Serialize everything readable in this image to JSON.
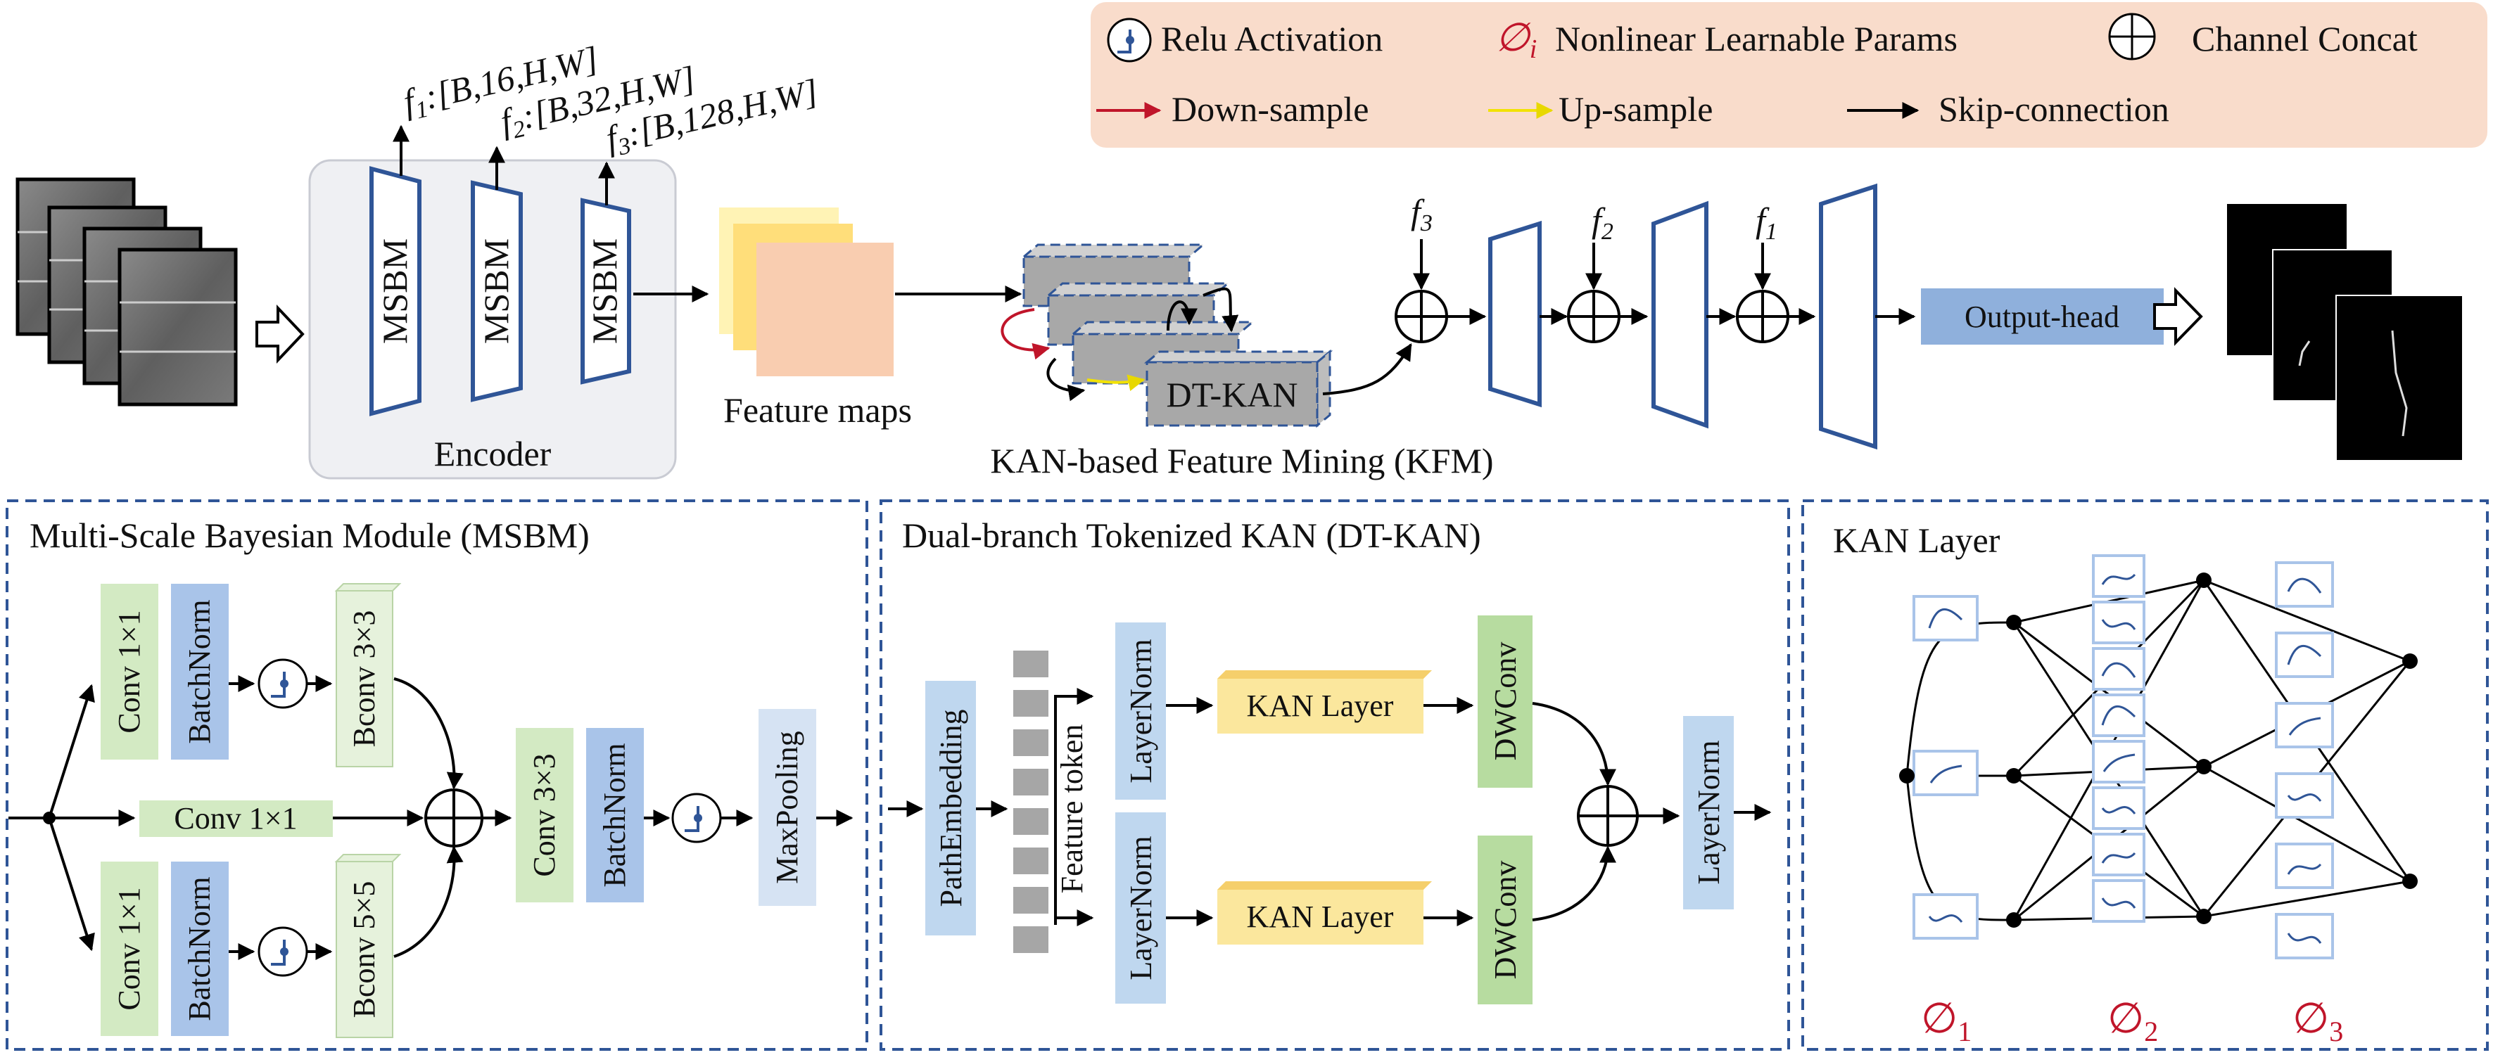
{
  "legend": {
    "relu": "Relu Activation",
    "phi_symbol": "∅",
    "phi_sub": "i",
    "nonlinear": "Nonlinear Learnable Params",
    "concat": "Channel Concat",
    "down": "Down-sample",
    "up": "Up-sample",
    "skip": "Skip-connection",
    "colors": {
      "bg": "#f9dccb",
      "down": "#c0152a",
      "up": "#f2e205",
      "skip": "#000000"
    }
  },
  "encoder": {
    "title": "Encoder",
    "block": "MSBM",
    "outputs": [
      {
        "f": "f",
        "sub": "1",
        "shape": ":[B,16,H,W]"
      },
      {
        "f": "f",
        "sub": "2",
        "shape": ":[B,32,H,W]"
      },
      {
        "f": "f",
        "sub": "3",
        "shape": ":[B,128,H,W]"
      }
    ]
  },
  "feature_maps": "Feature maps",
  "kfm": {
    "title": "KAN-based Feature Mining (KFM)",
    "block": "DT-KAN"
  },
  "decoder": {
    "skips": [
      {
        "f": "f",
        "sub": "3"
      },
      {
        "f": "f",
        "sub": "2"
      },
      {
        "f": "f",
        "sub": "1"
      }
    ],
    "head": "Output-head"
  },
  "msbm": {
    "title": "Multi-Scale Bayesian Module (MSBM)",
    "conv1": "Conv 1×1",
    "bn": "BatchNorm",
    "bconv3": "Bconv 3×3",
    "bconv5": "Bconv 5×5",
    "conv3": "Conv 3×3",
    "maxpool": "MaxPooling"
  },
  "dtkan": {
    "title": "Dual-branch Tokenized KAN (DT-KAN)",
    "patch": "PathEmbedding",
    "token": "Feature token",
    "ln": "LayerNorm",
    "kan": "KAN Layer",
    "dw": "DWConv"
  },
  "kanlayer": {
    "title": "KAN Layer",
    "phi_symbol": "∅",
    "phis": [
      "1",
      "2",
      "3"
    ]
  },
  "colors": {
    "green": "#d3eac3",
    "blue": "#a9c4e9",
    "lightblue": "#bfd7ef",
    "yellow": "#fbe79d",
    "navy": "#2f5597",
    "encoder_bg": "#eff0f3"
  }
}
